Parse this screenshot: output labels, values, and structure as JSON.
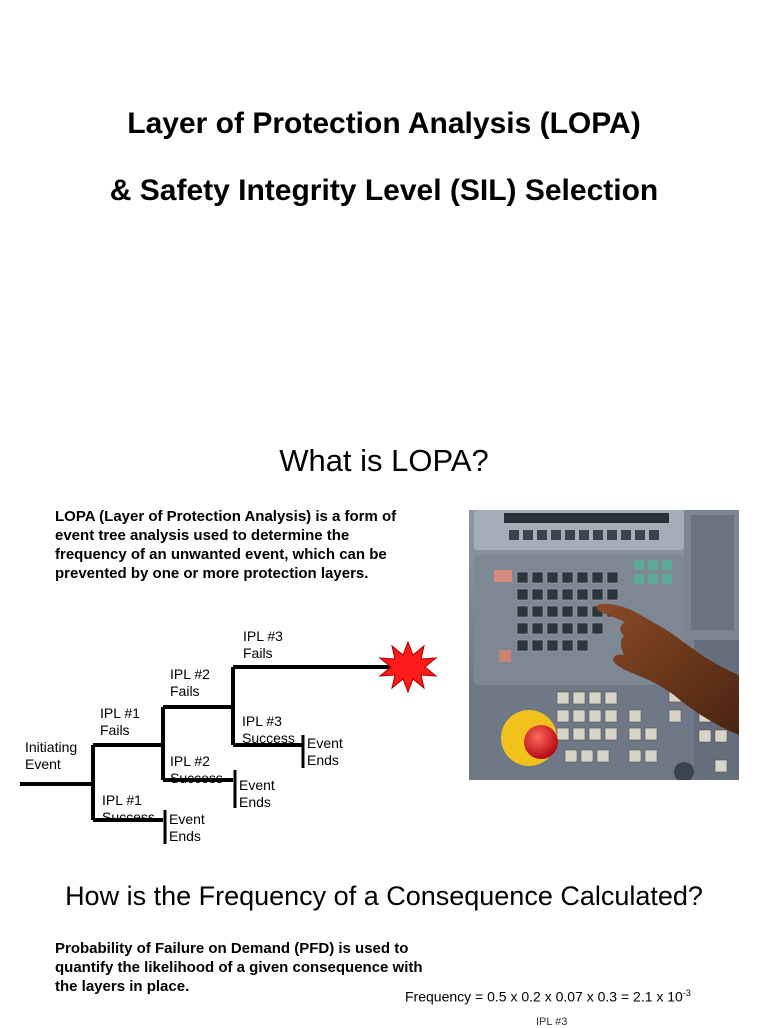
{
  "title": {
    "line1": "Layer of Protection Analysis (LOPA)",
    "line2": "& Safety Integrity Level (SIL) Selection"
  },
  "section1": {
    "heading": "What is LOPA?",
    "description": "LOPA (Layer of Protection Analysis) is a form of event tree analysis used to determine the frequency of an unwanted event, which can be prevented by one or more protection layers."
  },
  "event_tree": {
    "initiating": [
      "Initiating",
      "Event"
    ],
    "ipl1_fails": [
      "IPL #1",
      "Fails"
    ],
    "ipl1_success": [
      "IPL #1",
      "Success"
    ],
    "ipl2_fails": [
      "IPL #2",
      "Fails"
    ],
    "ipl2_success": [
      "IPL #2",
      "Success"
    ],
    "ipl3_fails": [
      "IPL #3",
      "Fails"
    ],
    "ipl3_success": [
      "IPL #3",
      "Success"
    ],
    "event_ends": [
      "Event",
      "Ends"
    ],
    "colors": {
      "line": "#000000",
      "burst": "#ff1a1a"
    }
  },
  "section2": {
    "heading": "How is the Frequency of a Consequence Calculated?",
    "description": "Probability of Failure on Demand (PFD) is used to quantify the likelihood of a given consequence with the layers in place.",
    "formula_text": "Frequency = 0.5 x 0.2 x 0.07 x 0.3 = 2.1 x 10",
    "formula_exponent": "-3",
    "cut_label": "IPL #3"
  }
}
